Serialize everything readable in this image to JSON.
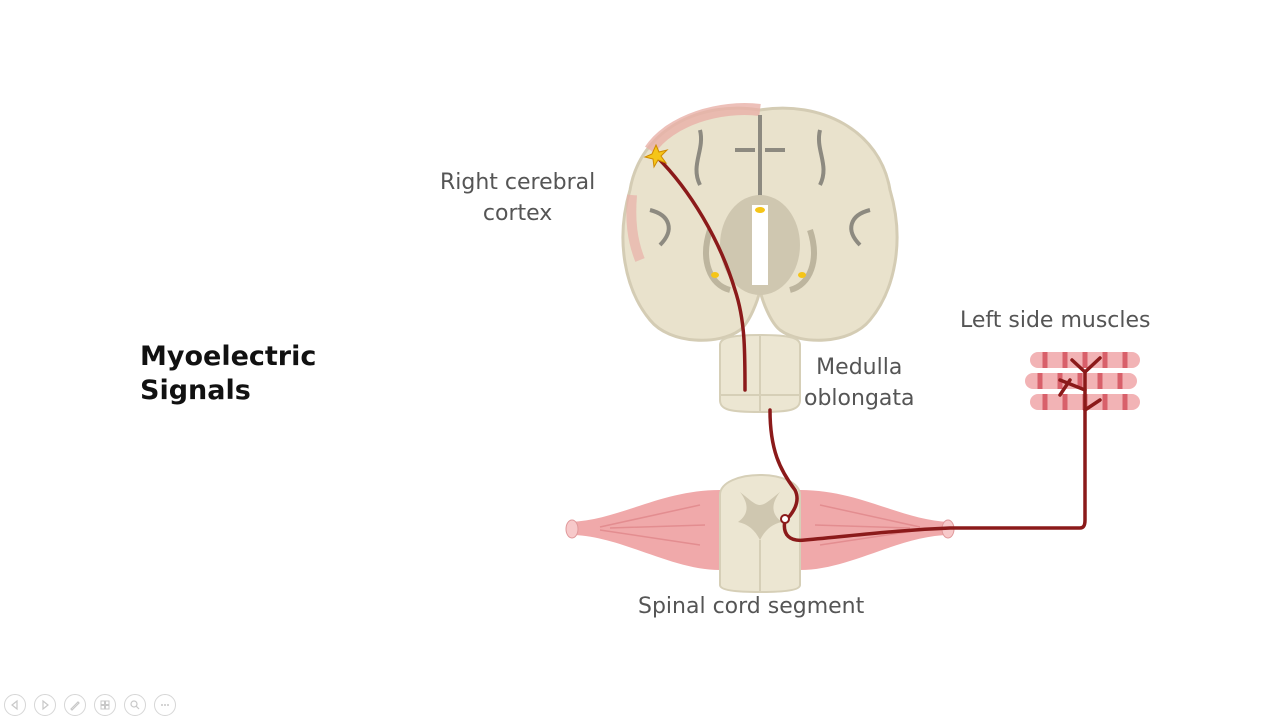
{
  "slide": {
    "title_lines": [
      "Myoelectric",
      "Signals"
    ]
  },
  "labels": {
    "cortex": [
      "Right cerebral",
      "cortex"
    ],
    "medulla": [
      "Medulla",
      "oblongata"
    ],
    "muscles": "Left side muscles",
    "spinal": "Spinal cord segment"
  },
  "colors": {
    "brain": "#e9e2cc",
    "brain_dark": "#cfc7b0",
    "cortex_highlight": "#e8b0a8",
    "nerve_path": "#8b1a1a",
    "nerve_bundle": "#f0a9aa",
    "muscle_fiber": "#f2b3b5",
    "muscle_stripe": "#d8606a",
    "spark": "#f5c518"
  },
  "toolbar": {
    "buttons": [
      "prev-icon",
      "next-icon",
      "pen-icon",
      "slides-icon",
      "zoom-icon",
      "more-icon"
    ]
  }
}
